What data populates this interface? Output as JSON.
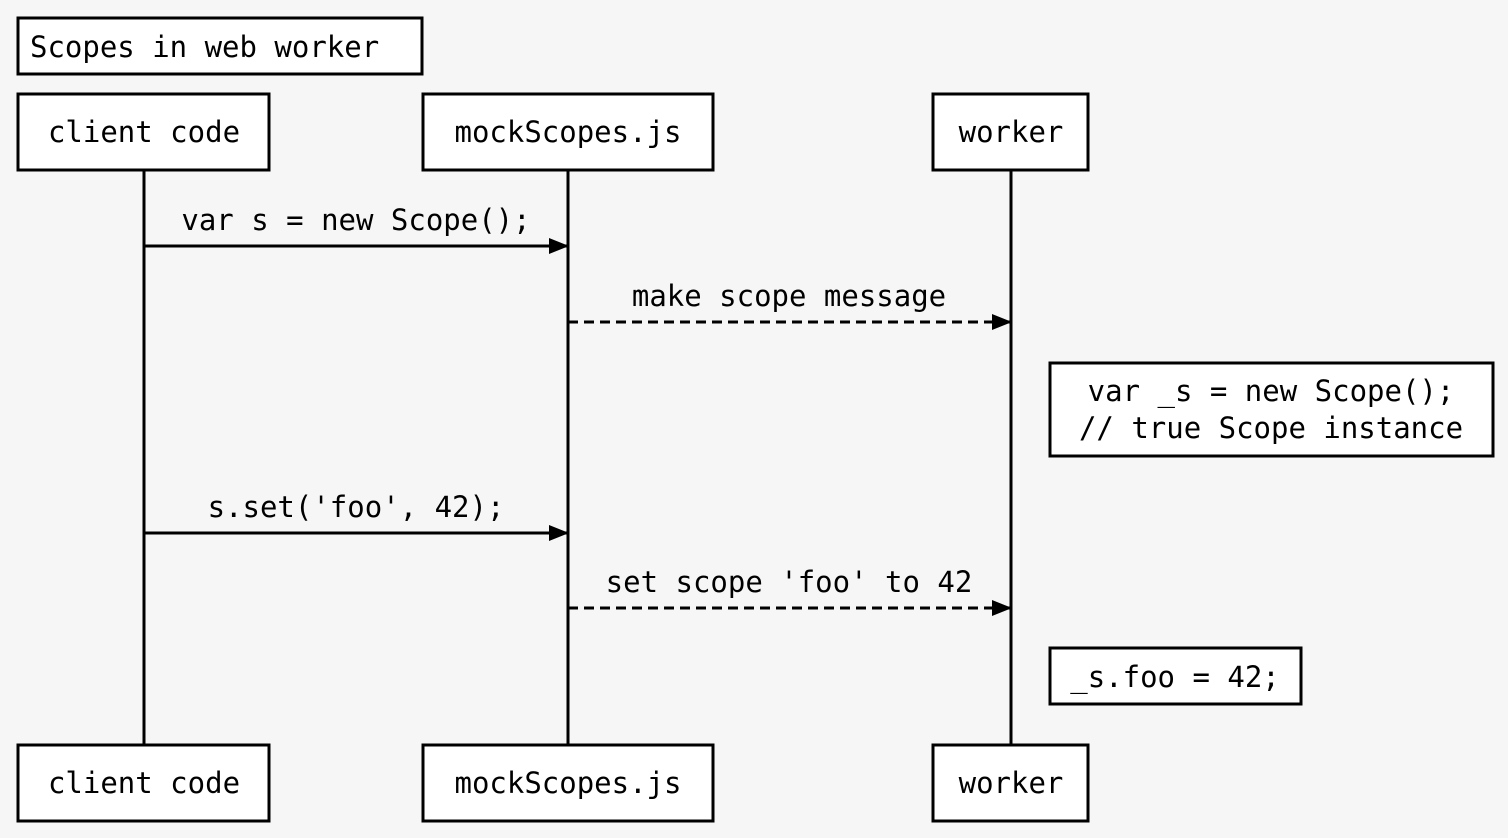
{
  "title": "Scopes in web worker",
  "participants": [
    {
      "id": "client",
      "label": "client code"
    },
    {
      "id": "mock",
      "label": "mockScopes.js"
    },
    {
      "id": "worker",
      "label": "worker"
    }
  ],
  "messages": [
    {
      "from": "client",
      "to": "mock",
      "label": "var s = new Scope();",
      "style": "solid"
    },
    {
      "from": "mock",
      "to": "worker",
      "label": "make scope message",
      "style": "dashed"
    },
    {
      "from": "client",
      "to": "mock",
      "label": "s.set('foo', 42);",
      "style": "solid"
    },
    {
      "from": "mock",
      "to": "worker",
      "label": "set scope 'foo' to 42",
      "style": "dashed"
    }
  ],
  "notes": [
    {
      "on": "worker",
      "lines": [
        "var _s = new Scope();",
        "// true Scope instance"
      ]
    },
    {
      "on": "worker",
      "lines": [
        "_s.foo = 42;"
      ]
    }
  ],
  "colors": {
    "background": "#f6f6f6",
    "line": "#000000",
    "box_fill": "#ffffff"
  }
}
